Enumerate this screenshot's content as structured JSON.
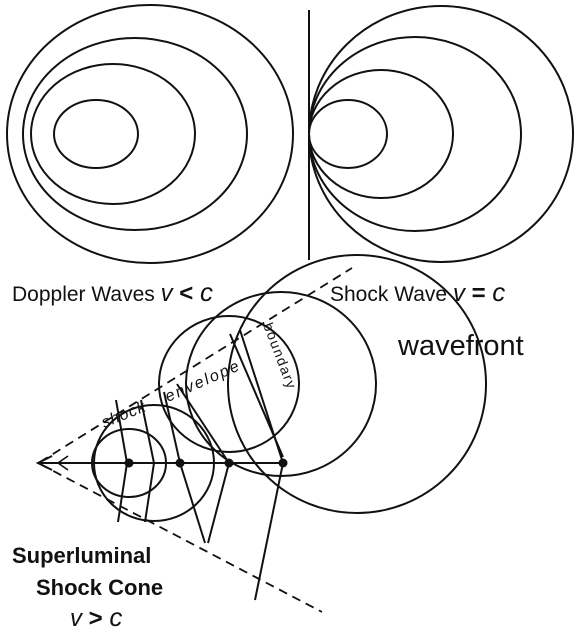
{
  "panels": {
    "doppler": {
      "caption": "Doppler Waves ",
      "condition": "v < c",
      "cond_v": "v",
      "cond_op": " < ",
      "cond_c": "c"
    },
    "shock": {
      "caption": "Shock Wave ",
      "condition": "v = c",
      "cond_v": "v",
      "cond_op": " = ",
      "cond_c": "c"
    },
    "superluminal": {
      "label_wavefront": "wavefront",
      "label_shock": "shock",
      "label_envelope": "envelope",
      "label_boundary": "boundary",
      "caption_line1": "Superluminal",
      "caption_line2": "Shock Cone",
      "condition": "v > c",
      "cond_v": "v",
      "cond_op": " > ",
      "cond_c": "c"
    }
  },
  "colors": {
    "ink": "#111111",
    "background": "#ffffff"
  }
}
